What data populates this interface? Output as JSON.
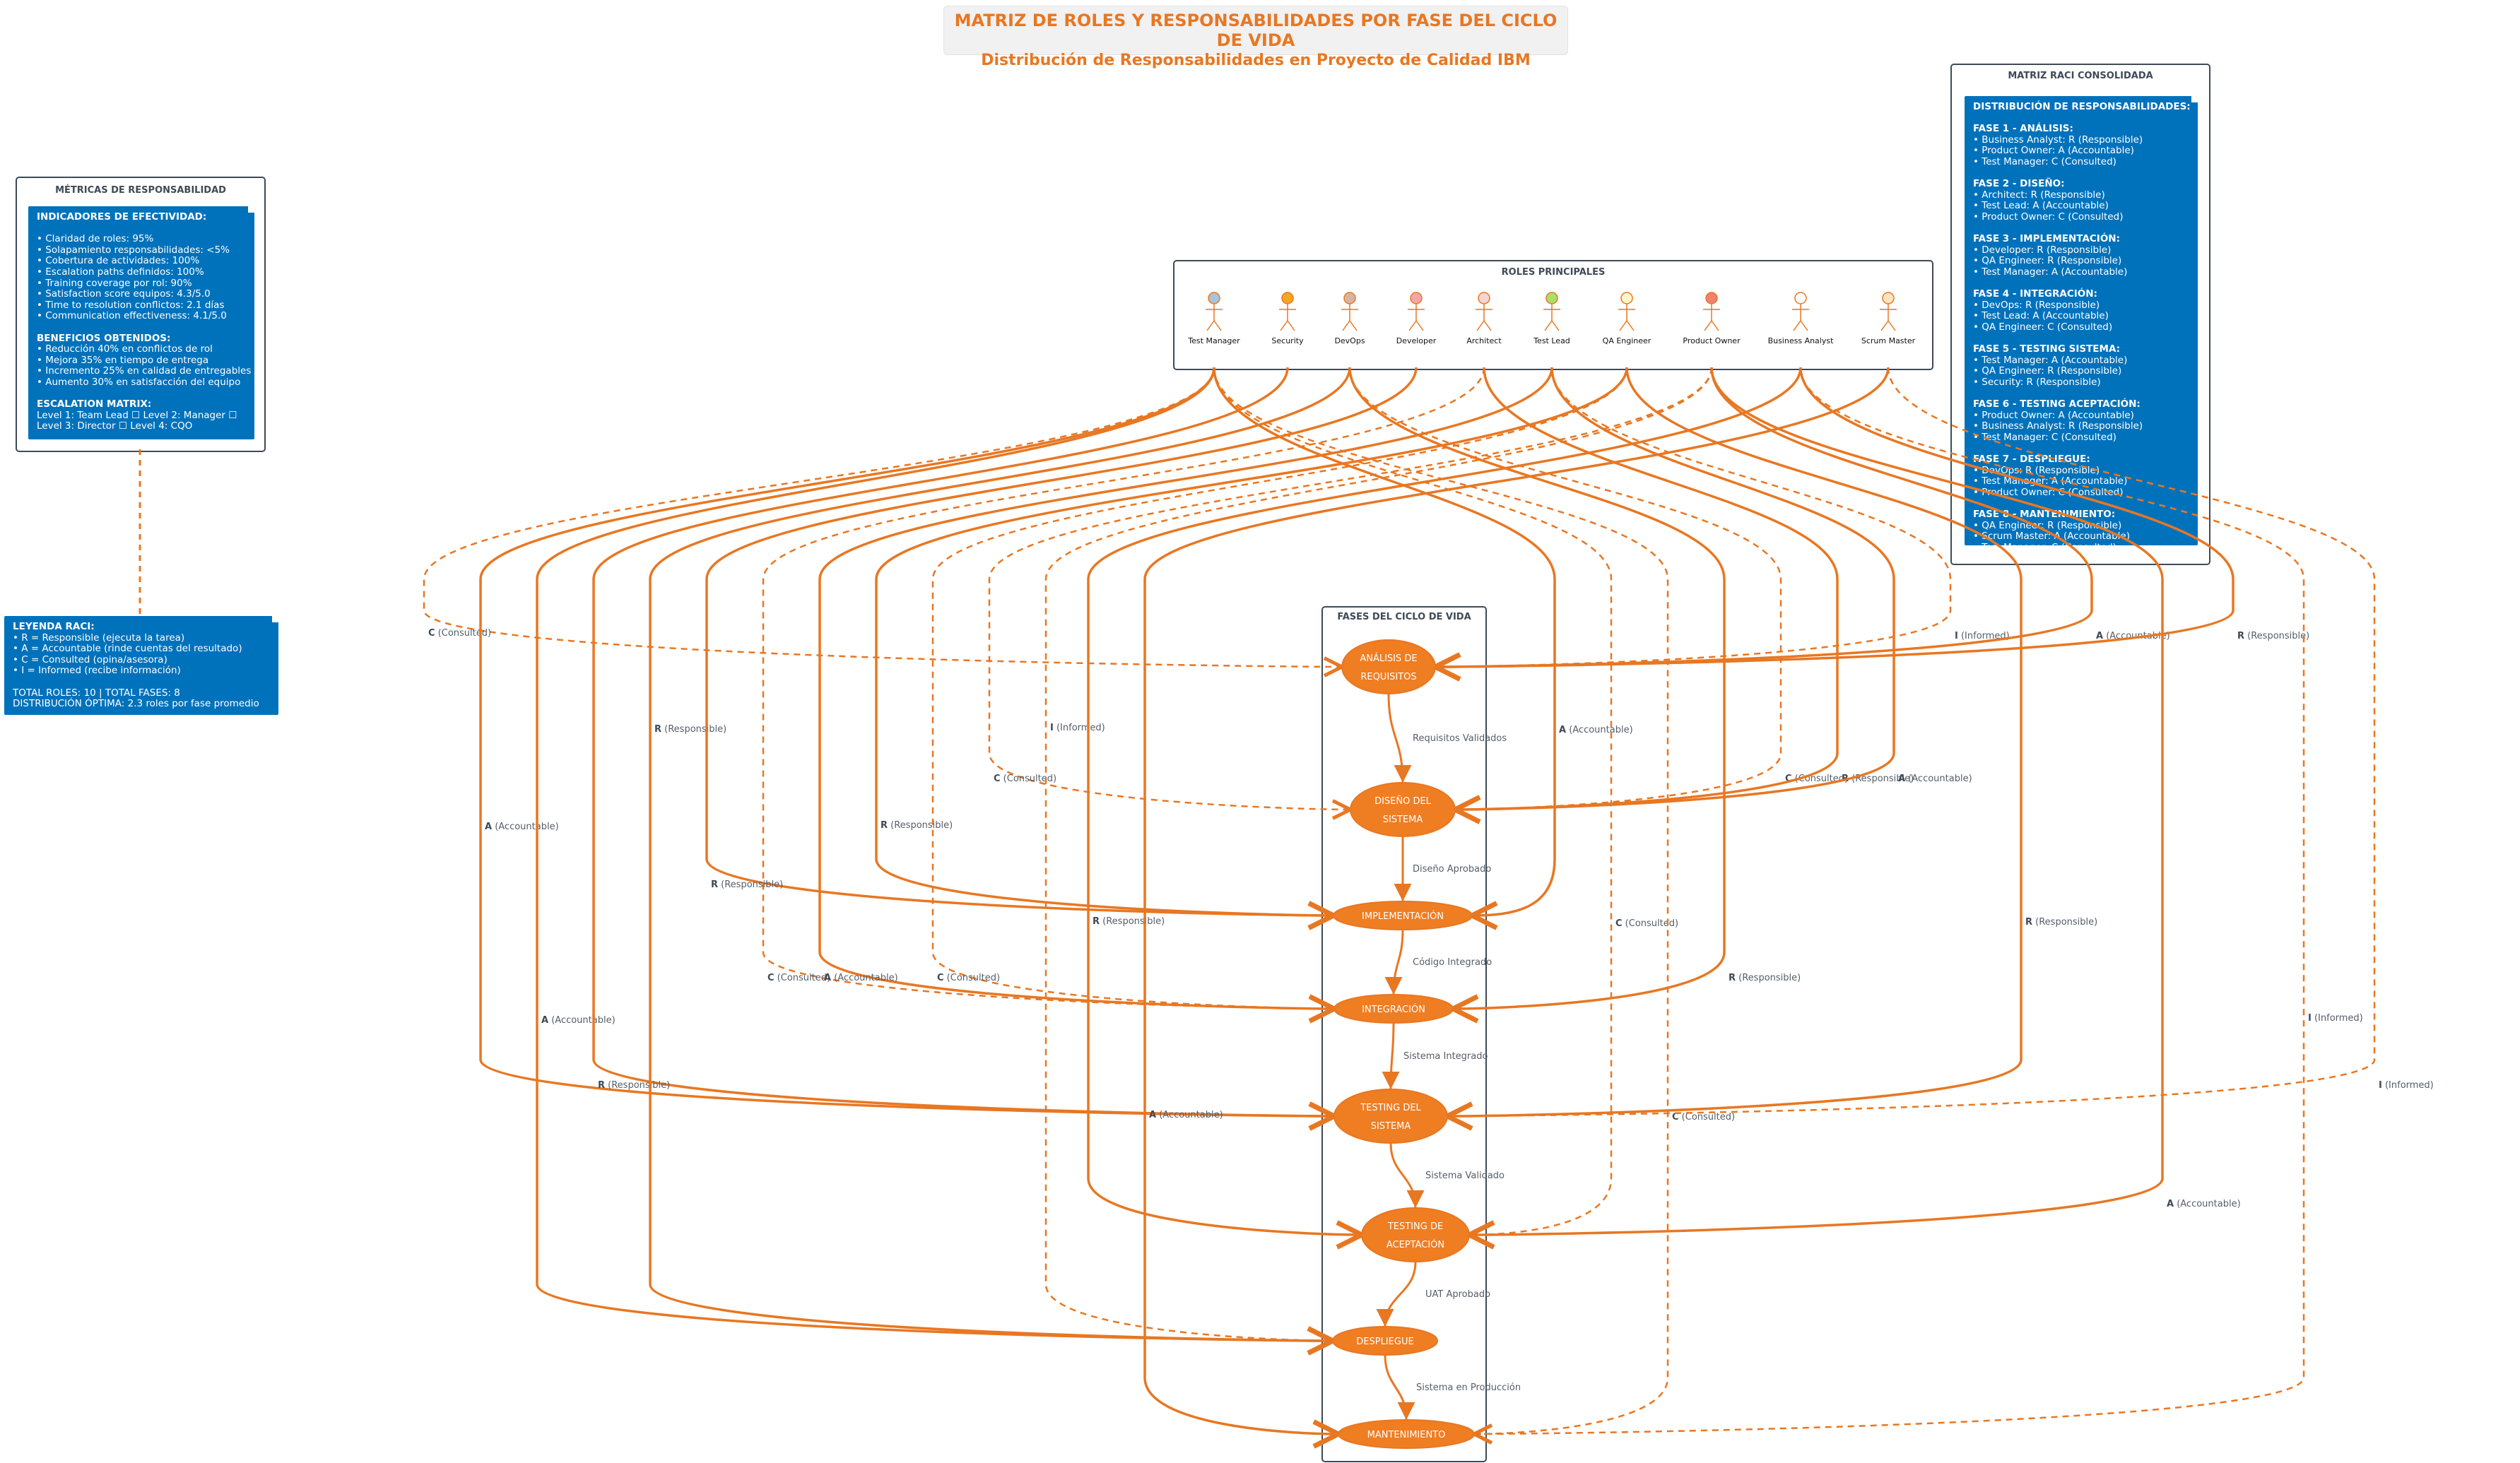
{
  "header": {
    "title": "MATRIZ DE ROLES Y RESPONSABILIDADES POR FASE DEL CICLO DE VIDA",
    "subtitle": "Distribución de Responsabilidades en Proyecto de Calidad IBM"
  },
  "colors": {
    "accent": "#e87722",
    "note_bg": "#0072bc",
    "panel_border": "#3f4a57"
  },
  "roles_panel": {
    "title": "ROLES PRINCIPALES",
    "roles": [
      {
        "id": "tm",
        "name": "Test Manager",
        "head_color": "#a9c4d8"
      },
      {
        "id": "sec",
        "name": "Security",
        "head_color": "#f5a623"
      },
      {
        "id": "dev",
        "name": "DevOps",
        "head_color": "#d8b4a0"
      },
      {
        "id": "dv",
        "name": "Developer",
        "head_color": "#f4a6a6"
      },
      {
        "id": "arc",
        "name": "Architect",
        "head_color": "#f7d4d4"
      },
      {
        "id": "tl",
        "name": "Test Lead",
        "head_color": "#a8e06c"
      },
      {
        "id": "qa",
        "name": "QA Engineer",
        "head_color": "#fff7c8"
      },
      {
        "id": "po",
        "name": "Product Owner",
        "head_color": "#f08070"
      },
      {
        "id": "ba",
        "name": "Business Analyst",
        "head_color": "#ffffff"
      },
      {
        "id": "sm",
        "name": "Scrum Master",
        "head_color": "#fbe3c0"
      }
    ]
  },
  "phases_panel": {
    "title": "FASES DEL CICLO DE VIDA",
    "phases": [
      {
        "id": "p1",
        "lines": [
          "ANÁLISIS DE",
          "REQUISITOS"
        ]
      },
      {
        "id": "p2",
        "lines": [
          "DISEÑO DEL",
          "SISTEMA"
        ]
      },
      {
        "id": "p3",
        "lines": [
          "IMPLEMENTACIÓN"
        ]
      },
      {
        "id": "p4",
        "lines": [
          "INTEGRACIÓN"
        ]
      },
      {
        "id": "p5",
        "lines": [
          "TESTING DEL",
          "SISTEMA"
        ]
      },
      {
        "id": "p6",
        "lines": [
          "TESTING DE",
          "ACEPTACIÓN"
        ]
      },
      {
        "id": "p7",
        "lines": [
          "DESPLIEGUE"
        ]
      },
      {
        "id": "p8",
        "lines": [
          "MANTENIMIENTO"
        ]
      }
    ],
    "flow_labels": [
      "Requisitos Validados",
      "Diseño Aprobado",
      "Código Integrado",
      "Sistema Integrado",
      "Sistema Validado",
      "UAT Aprobado",
      "Sistema en Producción"
    ]
  },
  "raci_labels": {
    "R": {
      "code": "R",
      "text": " (Responsible)"
    },
    "A": {
      "code": "A",
      "text": " (Accountable)"
    },
    "C": {
      "code": "C",
      "text": " (Consulted)"
    },
    "I": {
      "code": "I",
      "text": " (Informed)"
    }
  },
  "raci_edges": [
    {
      "role": "tm",
      "phase": "p1",
      "type": "C"
    },
    {
      "role": "tm",
      "phase": "p3",
      "type": "A"
    },
    {
      "role": "tm",
      "phase": "p5",
      "type": "A"
    },
    {
      "role": "tm",
      "phase": "p6",
      "type": "C"
    },
    {
      "role": "tm",
      "phase": "p7",
      "type": "A"
    },
    {
      "role": "tm",
      "phase": "p8",
      "type": "C"
    },
    {
      "role": "sec",
      "phase": "p5",
      "type": "R"
    },
    {
      "role": "dev",
      "phase": "p4",
      "type": "R"
    },
    {
      "role": "dev",
      "phase": "p7",
      "type": "R"
    },
    {
      "role": "dev",
      "phase": "p2",
      "type": "C"
    },
    {
      "role": "dv",
      "phase": "p3",
      "type": "R"
    },
    {
      "role": "arc",
      "phase": "p2",
      "type": "R"
    },
    {
      "role": "arc",
      "phase": "p4",
      "type": "C"
    },
    {
      "role": "tl",
      "phase": "p2",
      "type": "A"
    },
    {
      "role": "tl",
      "phase": "p4",
      "type": "A"
    },
    {
      "role": "tl",
      "phase": "p1",
      "type": "I"
    },
    {
      "role": "qa",
      "phase": "p3",
      "type": "R"
    },
    {
      "role": "qa",
      "phase": "p5",
      "type": "R"
    },
    {
      "role": "qa",
      "phase": "p4",
      "type": "C"
    },
    {
      "role": "po",
      "phase": "p1",
      "type": "A"
    },
    {
      "role": "po",
      "phase": "p2",
      "type": "C"
    },
    {
      "role": "po",
      "phase": "p6",
      "type": "A"
    },
    {
      "role": "po",
      "phase": "p7",
      "type": "I"
    },
    {
      "role": "ba",
      "phase": "p1",
      "type": "R"
    },
    {
      "role": "ba",
      "phase": "p6",
      "type": "R"
    },
    {
      "role": "ba",
      "phase": "p8",
      "type": "I"
    },
    {
      "role": "sm",
      "phase": "p8",
      "type": "A"
    },
    {
      "role": "sm",
      "phase": "p5",
      "type": "I"
    }
  ],
  "metrics_panel": {
    "title": "MÉTRICAS DE RESPONSABILIDAD",
    "lines": [
      {
        "t": "INDICADORES DE EFECTIVIDAD:",
        "b": true
      },
      {
        "t": ""
      },
      {
        "t": "• Claridad de roles: 95%"
      },
      {
        "t": "• Solapamiento responsabilidades: <5%"
      },
      {
        "t": "• Cobertura de actividades: 100%"
      },
      {
        "t": "• Escalation paths definidos: 100%"
      },
      {
        "t": "• Training coverage por rol: 90%"
      },
      {
        "t": "• Satisfaction score equipos: 4.3/5.0"
      },
      {
        "t": "• Time to resolution conflictos: 2.1 días"
      },
      {
        "t": "• Communication effectiveness: 4.1/5.0"
      },
      {
        "t": ""
      },
      {
        "t": "BENEFICIOS OBTENIDOS:",
        "b": true
      },
      {
        "t": "• Reducción 40% en conflictos de rol"
      },
      {
        "t": "• Mejora 35% en tiempo de entrega"
      },
      {
        "t": "• Incremento 25% en calidad de entregables"
      },
      {
        "t": "• Aumento 30% en satisfacción del equipo"
      },
      {
        "t": ""
      },
      {
        "t": "ESCALATION MATRIX:",
        "b": true
      },
      {
        "t": "Level 1: Team Lead ☐ Level 2: Manager ☐"
      },
      {
        "t": "Level 3: Director ☐ Level 4: CQO"
      }
    ]
  },
  "legend_note": {
    "lines": [
      {
        "t": "LEYENDA RACI:",
        "b": true
      },
      {
        "t": "• R = Responsible (ejecuta la tarea)"
      },
      {
        "t": "• A = Accountable (rinde cuentas del resultado)"
      },
      {
        "t": "• C = Consulted (opina/asesora)"
      },
      {
        "t": "• I = Informed (recibe información)"
      },
      {
        "t": ""
      },
      {
        "t": "TOTAL ROLES: 10 | TOTAL FASES: 8"
      },
      {
        "t": "DISTRIBUCIÓN ÓPTIMA: 2.3 roles por fase promedio"
      }
    ]
  },
  "raci_panel": {
    "title": "MATRIZ RACI CONSOLIDADA",
    "lines": [
      {
        "t": "DISTRIBUCIÓN DE RESPONSABILIDADES:",
        "b": true
      },
      {
        "t": ""
      },
      {
        "t": "FASE 1 - ANÁLISIS:",
        "b": true
      },
      {
        "t": "• Business Analyst: R (Responsible)"
      },
      {
        "t": "• Product Owner: A (Accountable)"
      },
      {
        "t": "• Test Manager: C (Consulted)"
      },
      {
        "t": ""
      },
      {
        "t": "FASE 2 - DISEÑO:",
        "b": true
      },
      {
        "t": "• Architect: R (Responsible)"
      },
      {
        "t": "• Test Lead: A (Accountable)"
      },
      {
        "t": "• Product Owner: C (Consulted)"
      },
      {
        "t": ""
      },
      {
        "t": "FASE 3 - IMPLEMENTACIÓN:",
        "b": true
      },
      {
        "t": "• Developer: R (Responsible)"
      },
      {
        "t": "• QA Engineer: R (Responsible)"
      },
      {
        "t": "• Test Manager: A (Accountable)"
      },
      {
        "t": ""
      },
      {
        "t": "FASE 4 - INTEGRACIÓN:",
        "b": true
      },
      {
        "t": "• DevOps: R (Responsible)"
      },
      {
        "t": "• Test Lead: A (Accountable)"
      },
      {
        "t": "• QA Engineer: C (Consulted)"
      },
      {
        "t": ""
      },
      {
        "t": "FASE 5 - TESTING SISTEMA:",
        "b": true
      },
      {
        "t": "• Test Manager: A (Accountable)"
      },
      {
        "t": "• QA Engineer: R (Responsible)"
      },
      {
        "t": "• Security: R (Responsible)"
      },
      {
        "t": ""
      },
      {
        "t": "FASE 6 - TESTING ACEPTACIÓN:",
        "b": true
      },
      {
        "t": "• Product Owner: A (Accountable)"
      },
      {
        "t": "• Business Analyst: R (Responsible)"
      },
      {
        "t": "• Test Manager: C (Consulted)"
      },
      {
        "t": ""
      },
      {
        "t": "FASE 7 - DESPLIEGUE:",
        "b": true
      },
      {
        "t": "• DevOps: R (Responsible)"
      },
      {
        "t": "• Test Manager: A (Accountable)"
      },
      {
        "t": "• Product Owner: C (Consulted)"
      },
      {
        "t": ""
      },
      {
        "t": "FASE 8 - MANTENIMIENTO:",
        "b": true
      },
      {
        "t": "• QA Engineer: R (Responsible)"
      },
      {
        "t": "• Scrum Master: A (Accountable)"
      },
      {
        "t": "• Test Manager: C (Consulted)"
      }
    ]
  }
}
